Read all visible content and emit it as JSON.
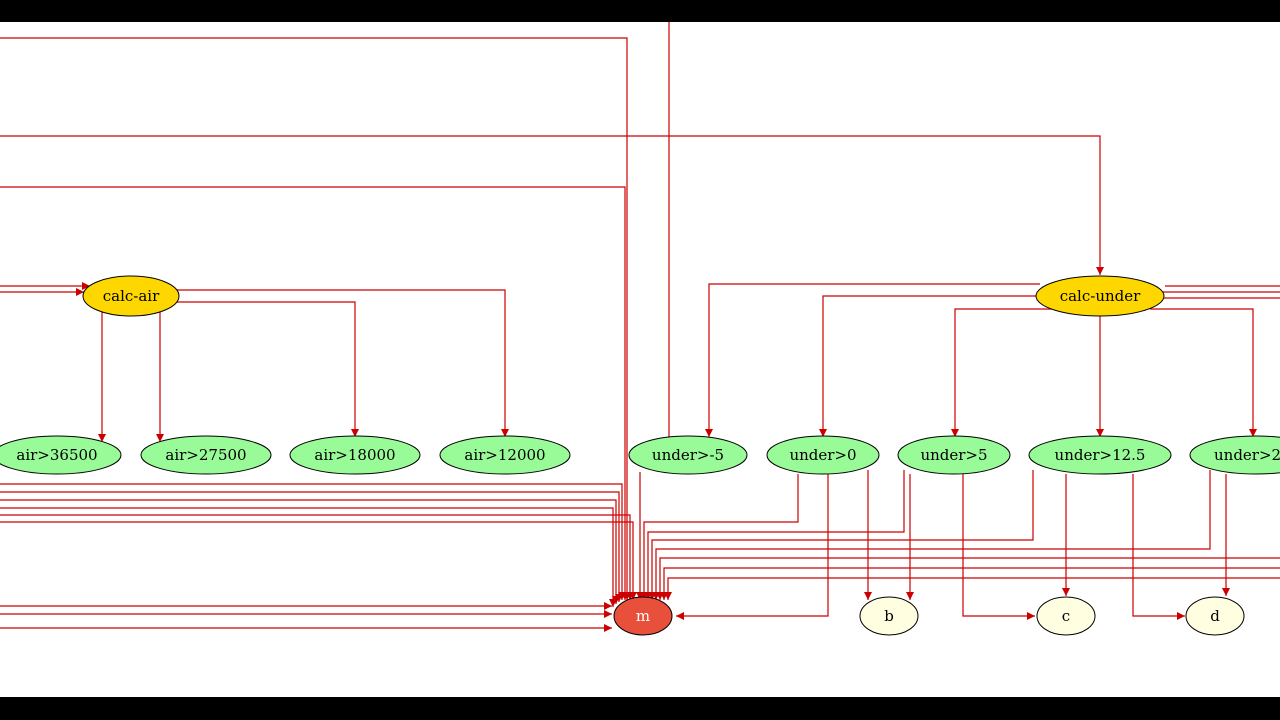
{
  "colors": {
    "edge": "#cc0000",
    "calc_fill": "#ffd700",
    "threshold_fill": "#98fb98",
    "sink_m_fill": "#e8503c",
    "sink_fill": "#fffee0",
    "background": "#ffffff",
    "letterbox": "#000000"
  },
  "nodes": {
    "calc_air": "calc-air",
    "calc_under": "calc-under",
    "air_36500": "air>36500",
    "air_27500": "air>27500",
    "air_18000": "air>18000",
    "air_12000": "air>12000",
    "under_m5": "under>-5",
    "under_0": "under>0",
    "under_5": "under>5",
    "under_12_5": "under>12.5",
    "under_2x": "under>2",
    "m": "m",
    "b": "b",
    "c": "c",
    "d": "d"
  }
}
